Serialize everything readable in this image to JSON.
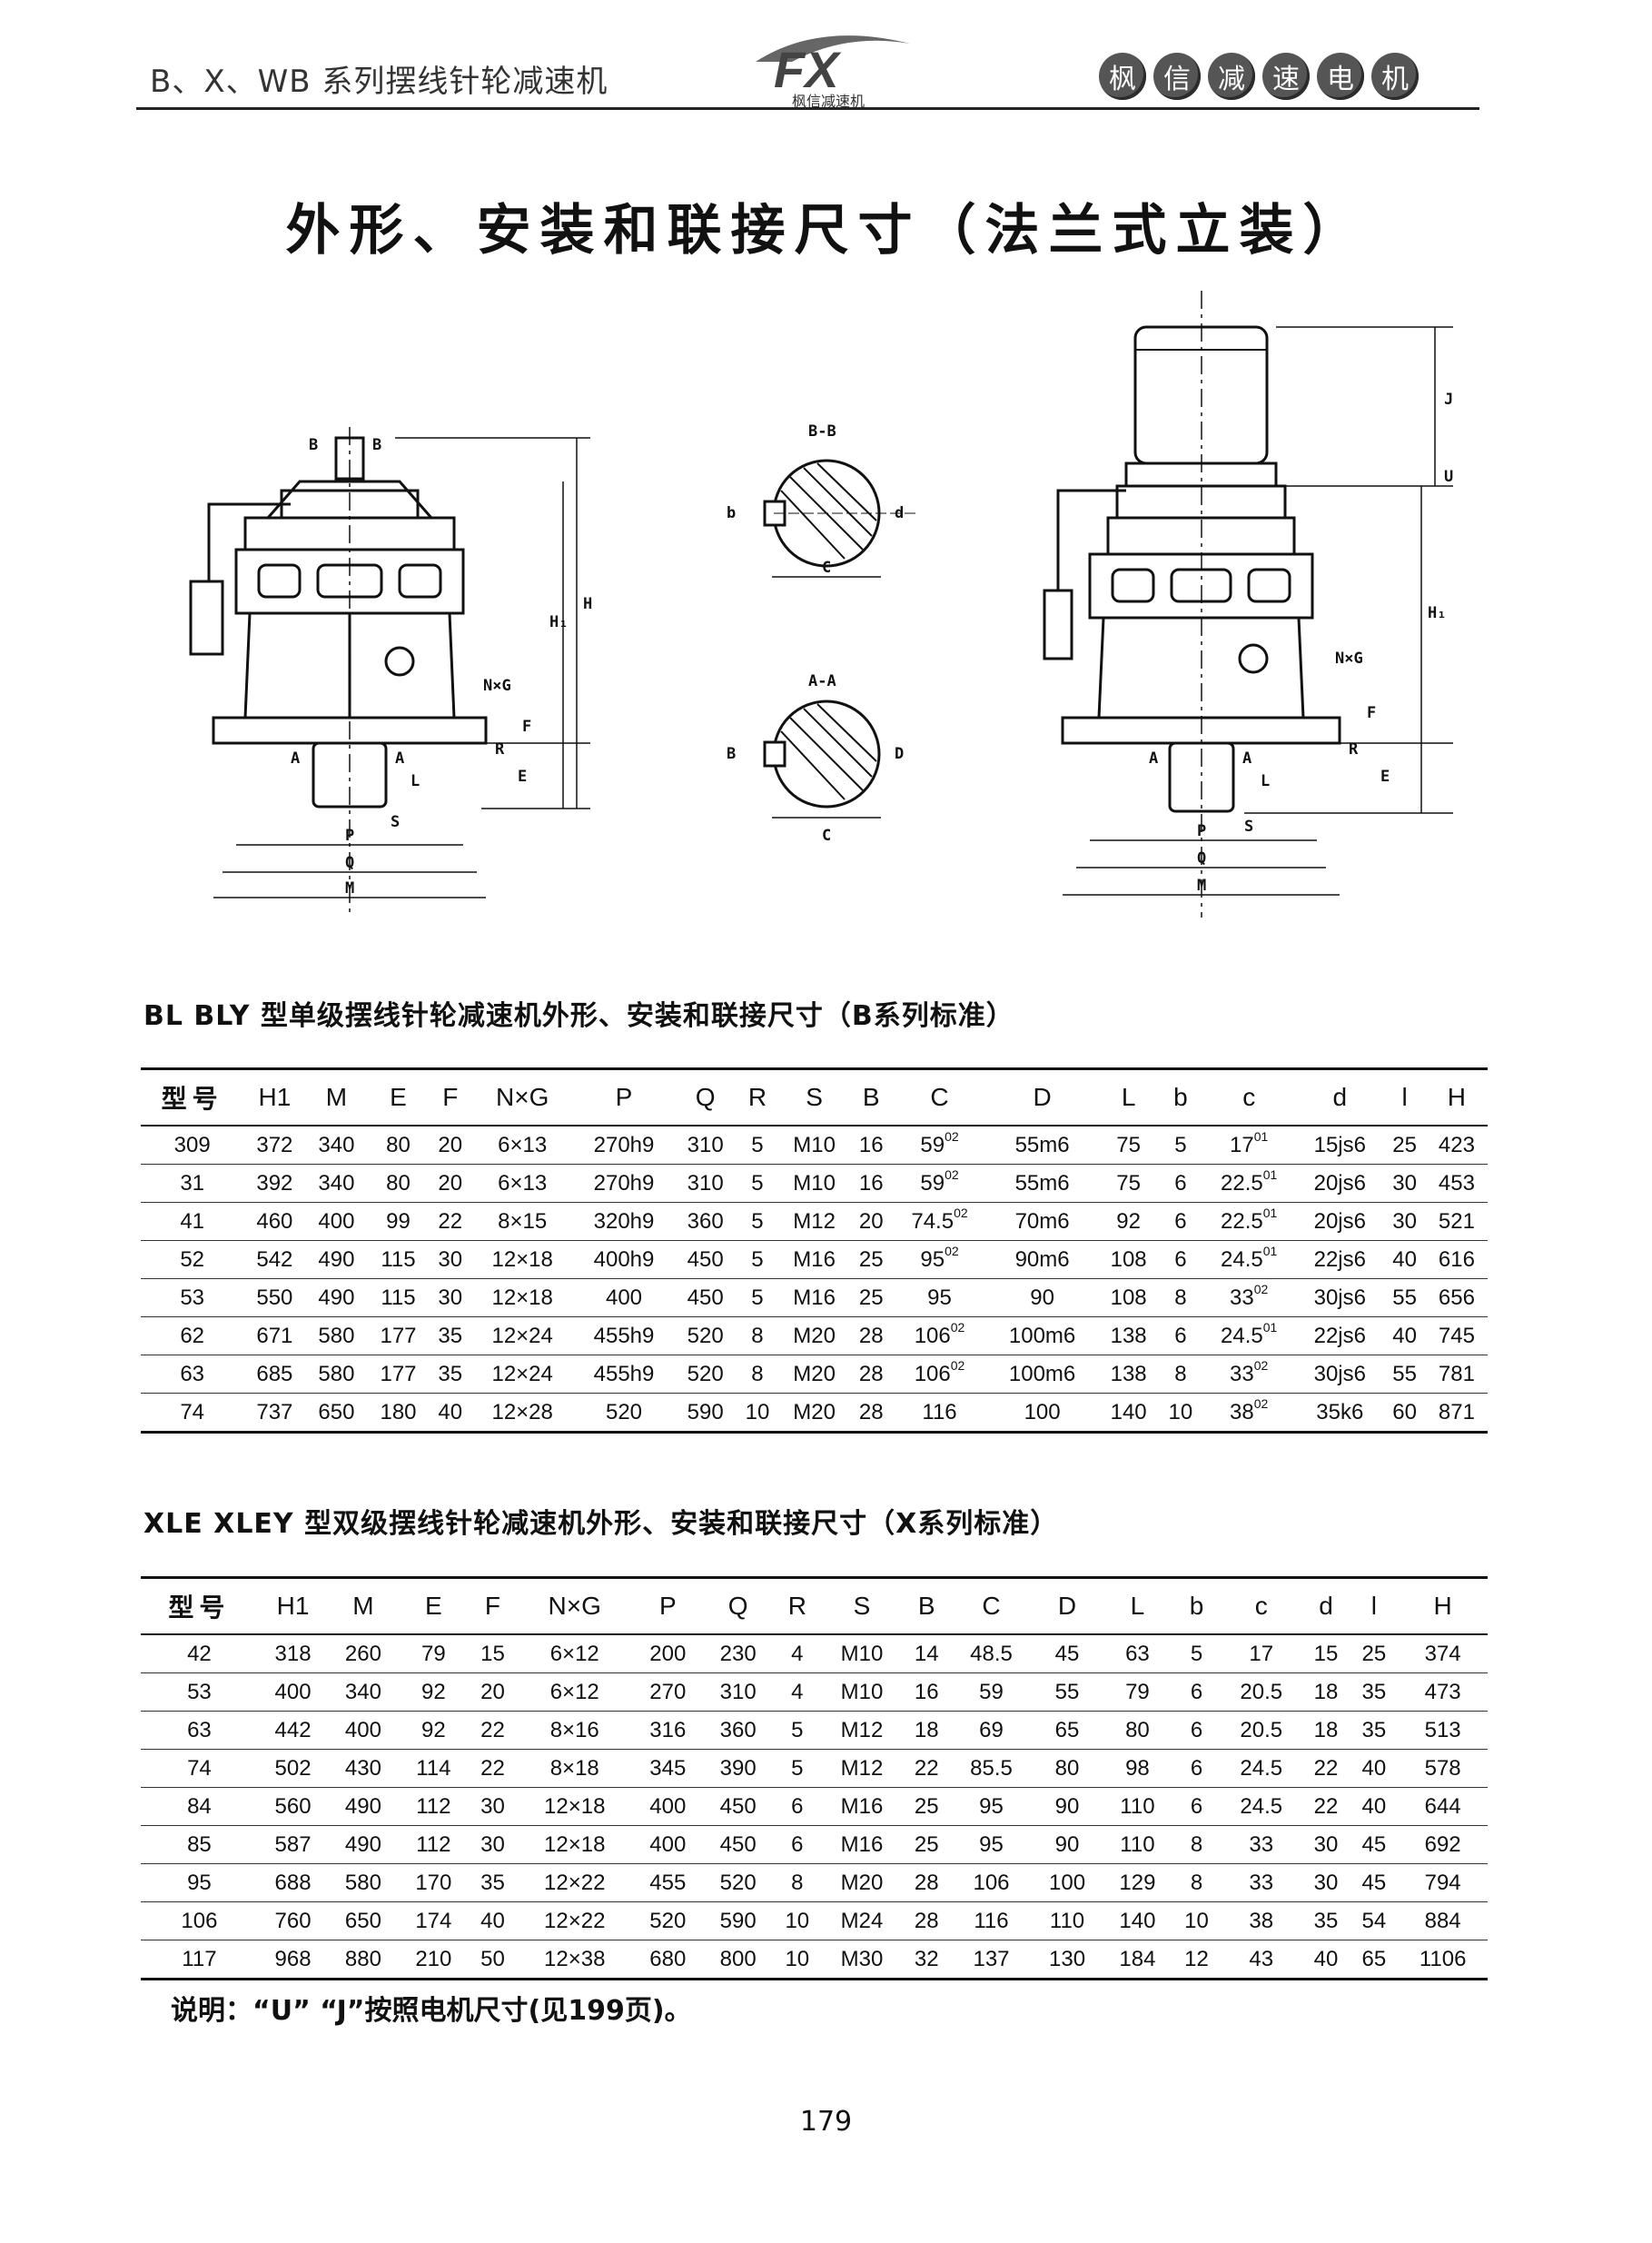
{
  "header": {
    "series": "B、X、WB 系列摆线针轮减速机",
    "logo_text": "FX",
    "logo_sub": "枫信减速机",
    "brand_chars": [
      "枫",
      "信",
      "减",
      "速",
      "电",
      "机"
    ]
  },
  "title": "外形、安装和联接尺寸（法兰式立装）",
  "drawing_labels": {
    "left": [
      "B",
      "B",
      "H",
      "H₁",
      "N×G",
      "F",
      "R",
      "E",
      "A",
      "A",
      "L",
      "S",
      "P",
      "Q",
      "M"
    ],
    "section_bb": [
      "B-B",
      "b",
      "d",
      "C"
    ],
    "section_aa": [
      "A-A",
      "B",
      "D",
      "C"
    ],
    "right": [
      "J",
      "U",
      "H₁",
      "N×G",
      "F",
      "R",
      "E",
      "A",
      "A",
      "L",
      "S",
      "P",
      "Q",
      "M"
    ]
  },
  "table1": {
    "caption": "BL BLY 型单级摆线针轮减速机外形、安装和联接尺寸（B系列标准）",
    "headers": [
      "型号",
      "H1",
      "M",
      "E",
      "F",
      "N×G",
      "P",
      "Q",
      "R",
      "S",
      "B",
      "C",
      "D",
      "L",
      "b",
      "c",
      "d",
      "l",
      "H"
    ],
    "rows": [
      [
        "309",
        "372",
        "340",
        "80",
        "20",
        "6×13",
        "270h9",
        "310",
        "5",
        "M10",
        "16",
        "59|02",
        "55m6",
        "75",
        "5",
        "17|01",
        "15js6",
        "25",
        "423"
      ],
      [
        "31",
        "392",
        "340",
        "80",
        "20",
        "6×13",
        "270h9",
        "310",
        "5",
        "M10",
        "16",
        "59|02",
        "55m6",
        "75",
        "6",
        "22.5|01",
        "20js6",
        "30",
        "453"
      ],
      [
        "41",
        "460",
        "400",
        "99",
        "22",
        "8×15",
        "320h9",
        "360",
        "5",
        "M12",
        "20",
        "74.5|02",
        "70m6",
        "92",
        "6",
        "22.5|01",
        "20js6",
        "30",
        "521"
      ],
      [
        "52",
        "542",
        "490",
        "115",
        "30",
        "12×18",
        "400h9",
        "450",
        "5",
        "M16",
        "25",
        "95|02",
        "90m6",
        "108",
        "6",
        "24.5|01",
        "22js6",
        "40",
        "616"
      ],
      [
        "53",
        "550",
        "490",
        "115",
        "30",
        "12×18",
        "400",
        "450",
        "5",
        "M16",
        "25",
        "95",
        "90",
        "108",
        "8",
        "33|02",
        "30js6",
        "55",
        "656"
      ],
      [
        "62",
        "671",
        "580",
        "177",
        "35",
        "12×24",
        "455h9",
        "520",
        "8",
        "M20",
        "28",
        "106|02",
        "100m6",
        "138",
        "6",
        "24.5|01",
        "22js6",
        "40",
        "745"
      ],
      [
        "63",
        "685",
        "580",
        "177",
        "35",
        "12×24",
        "455h9",
        "520",
        "8",
        "M20",
        "28",
        "106|02",
        "100m6",
        "138",
        "8",
        "33|02",
        "30js6",
        "55",
        "781"
      ],
      [
        "74",
        "737",
        "650",
        "180",
        "40",
        "12×28",
        "520",
        "590",
        "10",
        "M20",
        "28",
        "116",
        "100",
        "140",
        "10",
        "38|02",
        "35k6",
        "60",
        "871"
      ]
    ]
  },
  "table2": {
    "caption": "XLE XLEY 型双级摆线针轮减速机外形、安装和联接尺寸（X系列标准）",
    "headers": [
      "型号",
      "H1",
      "M",
      "E",
      "F",
      "N×G",
      "P",
      "Q",
      "R",
      "S",
      "B",
      "C",
      "D",
      "L",
      "b",
      "c",
      "d",
      "l",
      "H"
    ],
    "rows": [
      [
        "42",
        "318",
        "260",
        "79",
        "15",
        "6×12",
        "200",
        "230",
        "4",
        "M10",
        "14",
        "48.5",
        "45",
        "63",
        "5",
        "17",
        "15",
        "25",
        "374"
      ],
      [
        "53",
        "400",
        "340",
        "92",
        "20",
        "6×12",
        "270",
        "310",
        "4",
        "M10",
        "16",
        "59",
        "55",
        "79",
        "6",
        "20.5",
        "18",
        "35",
        "473"
      ],
      [
        "63",
        "442",
        "400",
        "92",
        "22",
        "8×16",
        "316",
        "360",
        "5",
        "M12",
        "18",
        "69",
        "65",
        "80",
        "6",
        "20.5",
        "18",
        "35",
        "513"
      ],
      [
        "74",
        "502",
        "430",
        "114",
        "22",
        "8×18",
        "345",
        "390",
        "5",
        "M12",
        "22",
        "85.5",
        "80",
        "98",
        "6",
        "24.5",
        "22",
        "40",
        "578"
      ],
      [
        "84",
        "560",
        "490",
        "112",
        "30",
        "12×18",
        "400",
        "450",
        "6",
        "M16",
        "25",
        "95",
        "90",
        "110",
        "6",
        "24.5",
        "22",
        "40",
        "644"
      ],
      [
        "85",
        "587",
        "490",
        "112",
        "30",
        "12×18",
        "400",
        "450",
        "6",
        "M16",
        "25",
        "95",
        "90",
        "110",
        "8",
        "33",
        "30",
        "45",
        "692"
      ],
      [
        "95",
        "688",
        "580",
        "170",
        "35",
        "12×22",
        "455",
        "520",
        "8",
        "M20",
        "28",
        "106",
        "100",
        "129",
        "8",
        "33",
        "30",
        "45",
        "794"
      ],
      [
        "106",
        "760",
        "650",
        "174",
        "40",
        "12×22",
        "520",
        "590",
        "10",
        "M24",
        "28",
        "116",
        "110",
        "140",
        "10",
        "38",
        "35",
        "54",
        "884"
      ],
      [
        "117",
        "968",
        "880",
        "210",
        "50",
        "12×38",
        "680",
        "800",
        "10",
        "M30",
        "32",
        "137",
        "130",
        "184",
        "12",
        "43",
        "40",
        "65",
        "1106"
      ]
    ]
  },
  "note": "说明：“U” “J”按照电机尺寸(见199页)。",
  "page_number": "179"
}
